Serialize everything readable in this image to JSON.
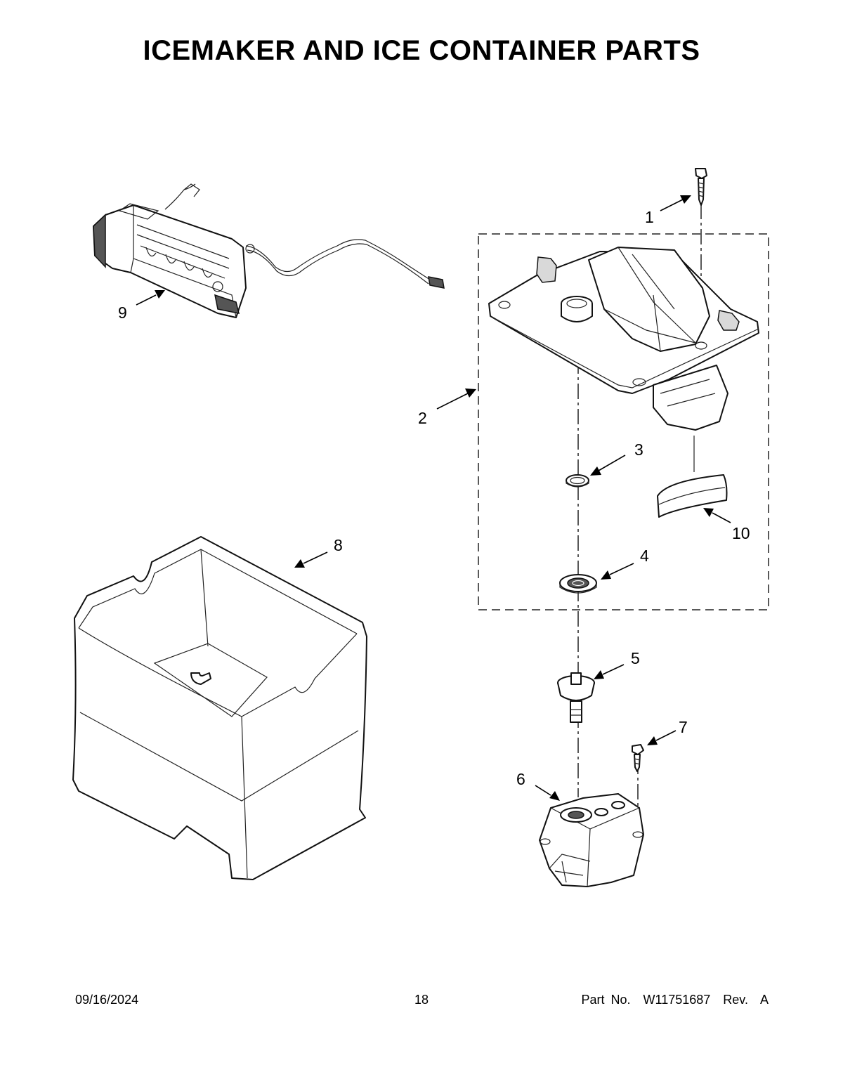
{
  "title": "ICEMAKER AND ICE CONTAINER PARTS",
  "callouts": {
    "c1": "1",
    "c2": "2",
    "c3": "3",
    "c4": "4",
    "c5": "5",
    "c6": "6",
    "c7": "7",
    "c8": "8",
    "c9": "9",
    "c10": "10"
  },
  "footer": {
    "date": "09/16/2024",
    "page_number": "18",
    "part_number": "Part No.  W11751687  Rev.  A"
  }
}
